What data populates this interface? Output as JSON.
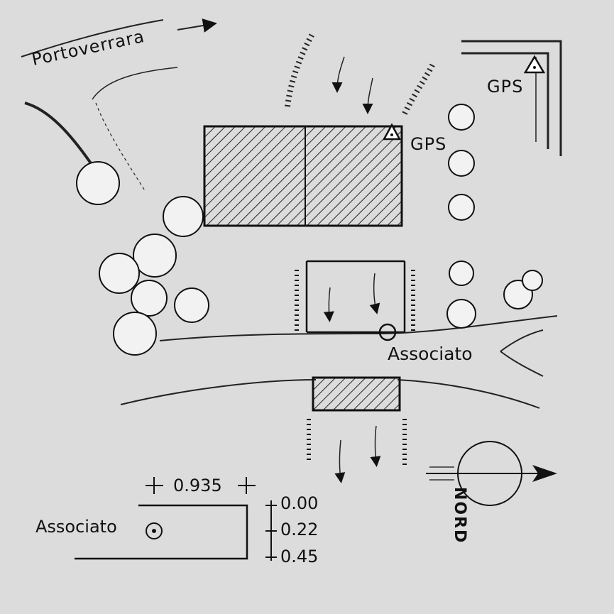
{
  "map": {
    "road_label": "Portoverrara",
    "gps_label_corner": "GPS",
    "gps_label_building": "GPS",
    "associato_label": "Associato",
    "north_label": "NORD"
  },
  "legend": {
    "scale_value": "0.935",
    "associato_label": "Associato",
    "elevations": [
      "0.00",
      "0.22",
      "0.45"
    ]
  },
  "colors": {
    "background": "#dcdcdc",
    "ink": "#111111"
  }
}
